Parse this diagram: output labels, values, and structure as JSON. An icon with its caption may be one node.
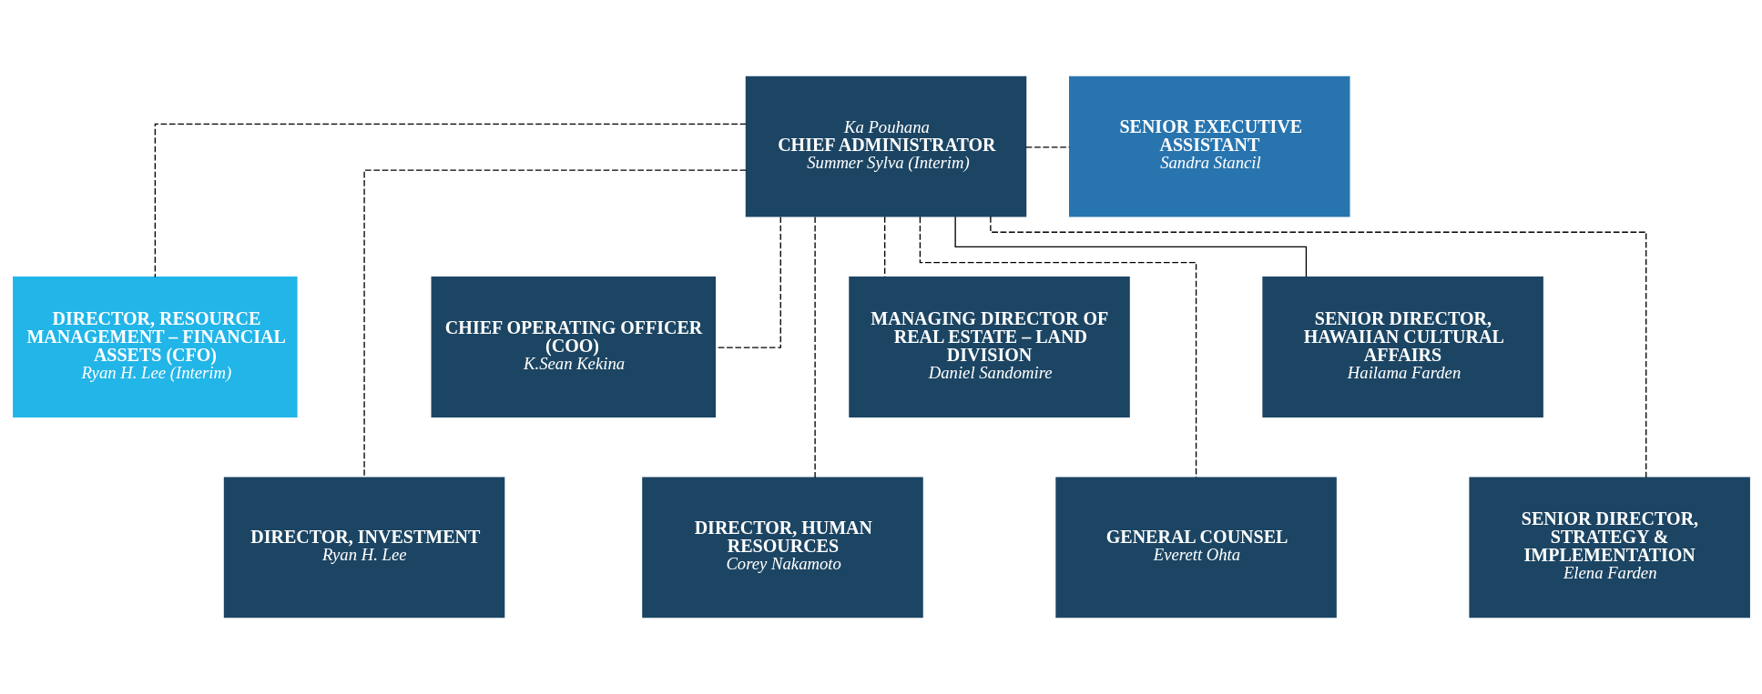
{
  "diagram": {
    "nodes": [
      {
        "text": [
          "Ka Pouhana",
          "CHIEF ADMINISTRATOR",
          "Summer Sylva (Interim)"
        ]
      },
      {
        "text": [
          "SENIOR EXECUTIVE ASSISTANT",
          "Sandra Stancil"
        ]
      },
      {
        "text": [
          "DIRECTOR, RESOURCE MANAGEMENT – FINANCIAL ASSETS (CFO)",
          "Ryan H. Lee (Interim)"
        ]
      },
      {
        "text": [
          "DIRECTOR, INVESTMENT",
          "Ryan H. Lee"
        ]
      },
      {
        "text": [
          "CHIEF OPERATING OFFICER (COO)",
          "K.Sean Kekina"
        ]
      },
      {
        "text": [
          "DIRECTOR, HUMAN RESOURCES",
          "Corey Nakamoto"
        ]
      },
      {
        "text": [
          "MANAGING DIRECTOR OF REAL ESTATE – LAND DIVISION",
          "Daniel Sandomire"
        ]
      },
      {
        "text": [
          "GENERAL COUNSEL",
          "Everett Ohta"
        ]
      },
      {
        "text": [
          "SENIOR DIRECTOR, HAWAIIAN CULTURAL AFFAIRS",
          "Hailama Farden"
        ]
      },
      {
        "text": [
          "SENIOR DIRECTOR, STRATEGY & IMPLEMENTATION",
          "Elena Farden"
        ]
      }
    ],
    "edges": [
      {
        "from": 0,
        "to": 1,
        "arrow": "none",
        "style": "dashed"
      },
      {
        "from": 0,
        "to": 2,
        "arrow": "none",
        "style": "dashed"
      },
      {
        "from": 0,
        "to": 3,
        "arrow": "none",
        "style": "dashed"
      },
      {
        "from": 0,
        "to": 4,
        "arrow": "none",
        "style": "dashed"
      },
      {
        "from": 0,
        "to": 5,
        "arrow": "none",
        "style": "dashed"
      },
      {
        "from": 0,
        "to": 6,
        "arrow": "none",
        "style": "dashed"
      },
      {
        "from": 0,
        "to": 7,
        "arrow": "none",
        "style": "dashed"
      },
      {
        "from": 0,
        "to": 8,
        "arrow": "none"
      },
      {
        "from": 0,
        "to": 9,
        "arrow": "none",
        "style": "dashed"
      }
    ]
  }
}
